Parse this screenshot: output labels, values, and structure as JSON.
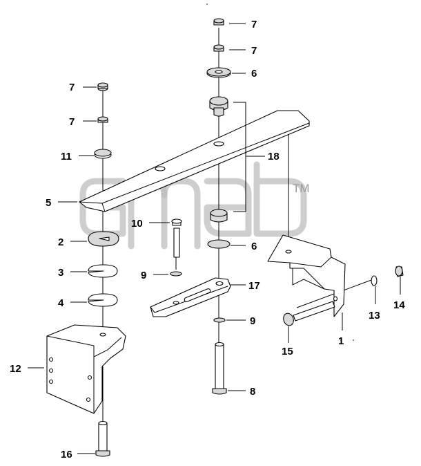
{
  "watermark": {
    "trademark": "TM",
    "color": "#bdbdbd"
  },
  "callouts": [
    {
      "id": "c7a",
      "label": "7"
    },
    {
      "id": "c7b",
      "label": "7"
    },
    {
      "id": "c6a",
      "label": "6"
    },
    {
      "id": "c7c",
      "label": "7"
    },
    {
      "id": "c7d",
      "label": "7"
    },
    {
      "id": "c11",
      "label": "11"
    },
    {
      "id": "c18",
      "label": "18"
    },
    {
      "id": "c5",
      "label": "5"
    },
    {
      "id": "c10",
      "label": "10"
    },
    {
      "id": "c2",
      "label": "2"
    },
    {
      "id": "c6b",
      "label": "6"
    },
    {
      "id": "c3",
      "label": "3"
    },
    {
      "id": "c9a",
      "label": "9"
    },
    {
      "id": "c17",
      "label": "17"
    },
    {
      "id": "c4",
      "label": "4"
    },
    {
      "id": "c14",
      "label": "14"
    },
    {
      "id": "c9b",
      "label": "9"
    },
    {
      "id": "c13",
      "label": "13"
    },
    {
      "id": "c1",
      "label": "1"
    },
    {
      "id": "c12",
      "label": "12"
    },
    {
      "id": "c15",
      "label": "15"
    },
    {
      "id": "c8",
      "label": "8"
    },
    {
      "id": "c16",
      "label": "16"
    }
  ]
}
